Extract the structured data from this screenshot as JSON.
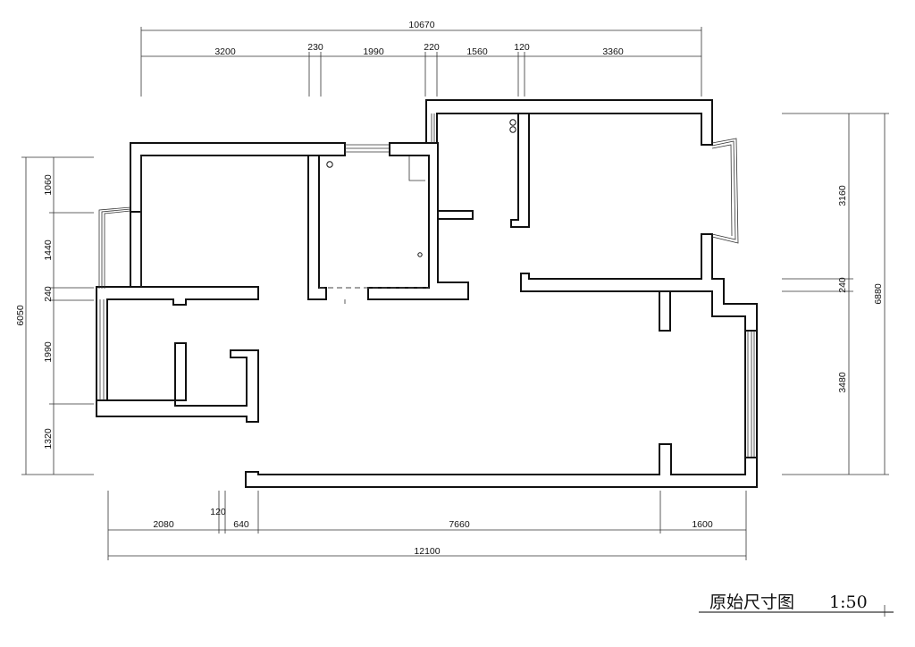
{
  "title": "原始尺寸图",
  "scale": "1:50",
  "dims": {
    "top_total": "10670",
    "top": [
      "3200",
      "230",
      "1990",
      "220",
      "1560",
      "120",
      "3360"
    ],
    "bottom_total": "12100",
    "bottom": [
      "2080",
      "120",
      "640",
      "7660",
      "1600"
    ],
    "left_total": "6050",
    "left": [
      "1060",
      "1440",
      "240",
      "1990",
      "1320"
    ],
    "right_total": "6880",
    "right": [
      "3160",
      "240",
      "3480"
    ]
  }
}
